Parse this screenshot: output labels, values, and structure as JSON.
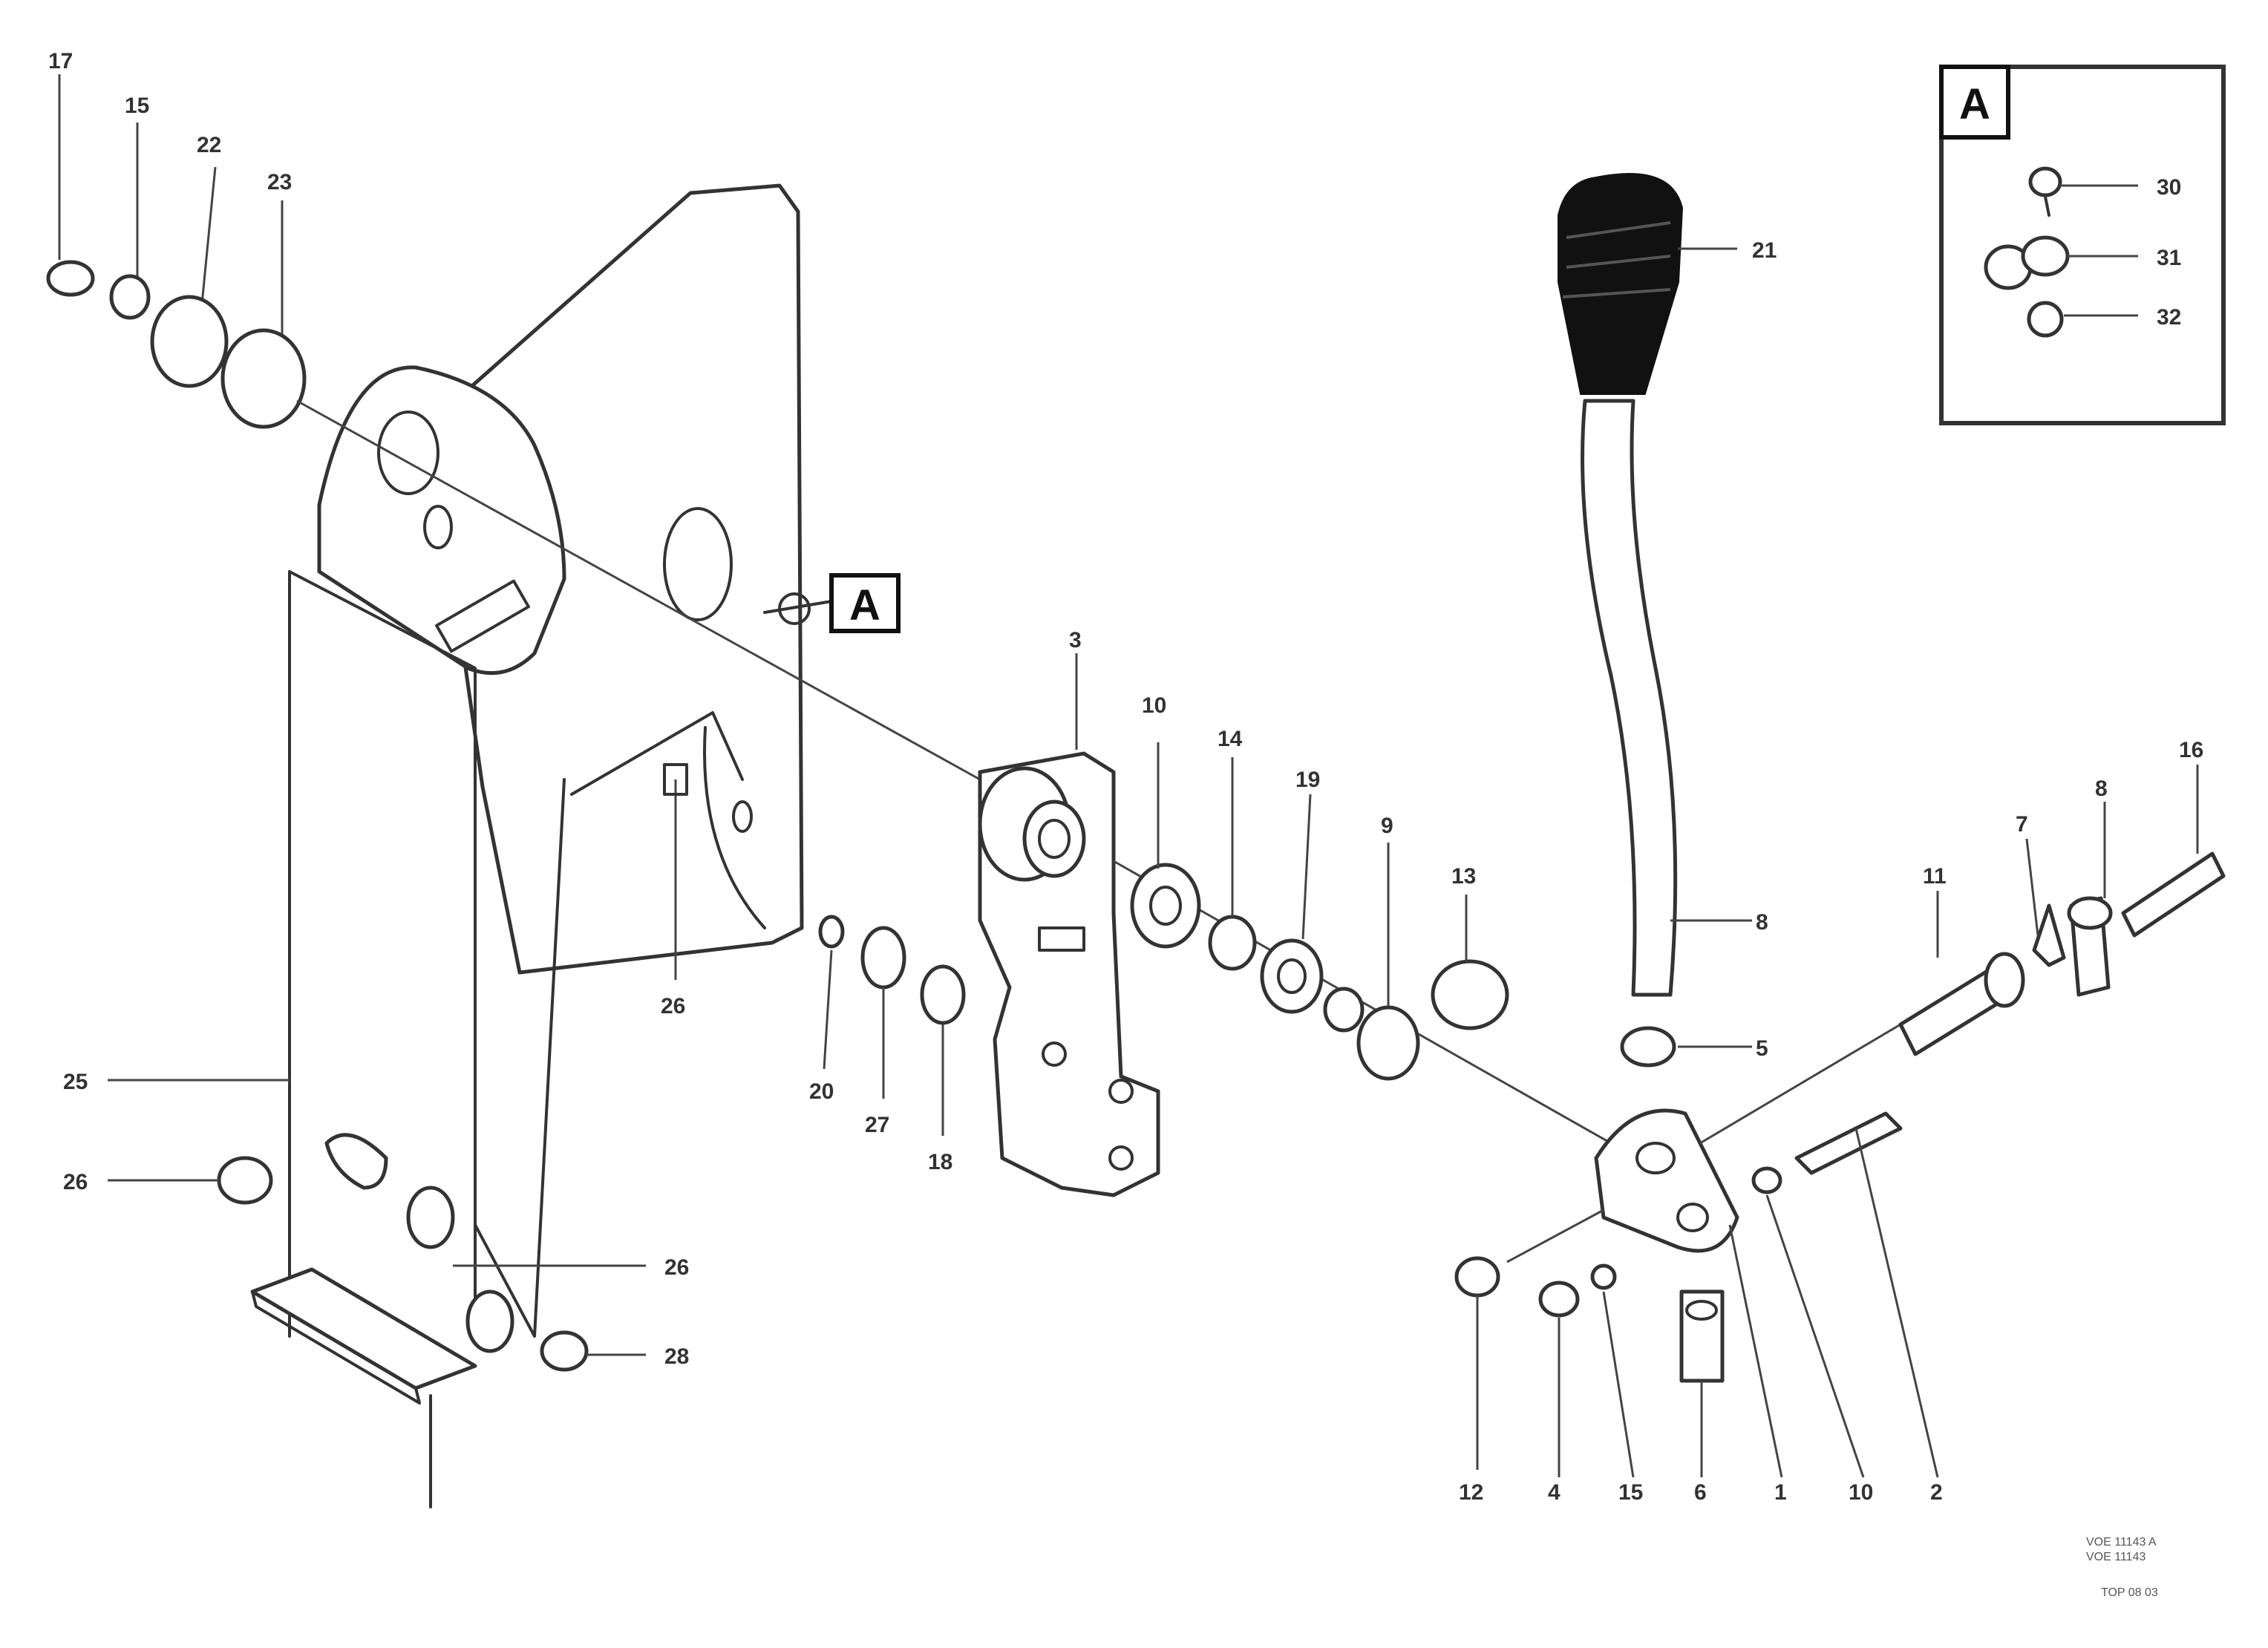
{
  "detail_callout": "A",
  "detail_box": {
    "title": "A",
    "items": [
      "30",
      "31",
      "32"
    ]
  },
  "labels": {
    "top_left": [
      "17",
      "15",
      "22",
      "23"
    ],
    "knob": "21",
    "lever": "8",
    "nut": "5",
    "bracket": "3",
    "bearing_row": [
      "10",
      "14",
      "19",
      "9",
      "13"
    ],
    "center_left": "26",
    "small_parts": [
      "20",
      "27",
      "18"
    ],
    "plate_left": [
      "25",
      "26",
      "26",
      "28"
    ],
    "pivot_right": [
      "11",
      "7",
      "8",
      "16"
    ],
    "bottom_right": [
      "12",
      "4",
      "15",
      "6",
      "1",
      "10",
      "2"
    ]
  },
  "reference": {
    "line1": "VOE 11143 A",
    "line2": "VOE 11143",
    "code": "TOP 08 03"
  }
}
